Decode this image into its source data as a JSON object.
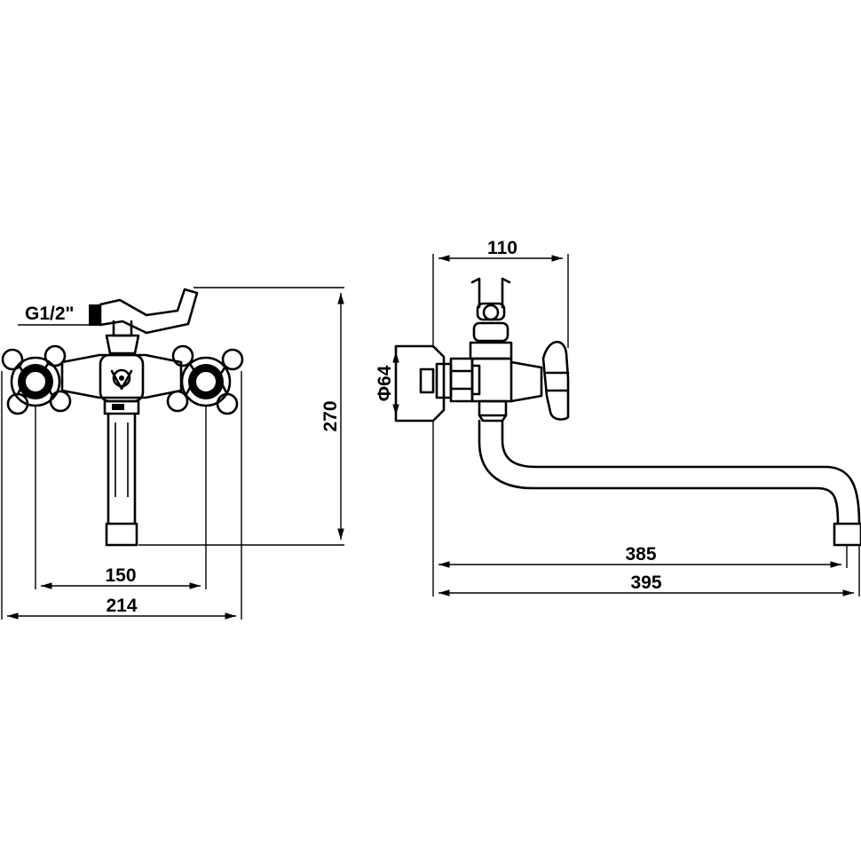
{
  "front_view": {
    "thread_label": "G1/2\"",
    "dim_height": "270",
    "dim_handle_spacing": "150",
    "dim_overall_width": "214"
  },
  "side_view": {
    "dim_depth": "110",
    "dim_flange_diameter": "Φ64",
    "dim_spout_reach": "385",
    "dim_overall_length": "395"
  }
}
